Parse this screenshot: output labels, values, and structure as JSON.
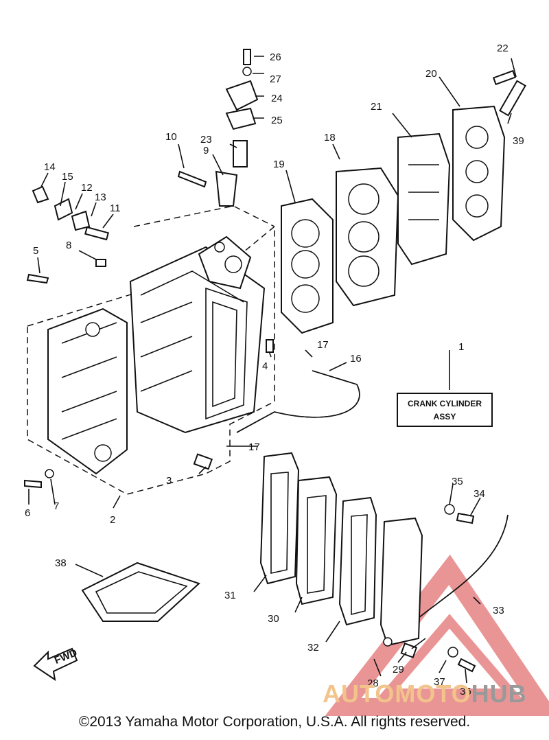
{
  "diagram": {
    "box_label_line1": "CRANK CYLINDER",
    "box_label_line2": "ASSY",
    "fwd_label": "FWD",
    "copyright": "©2013 Yamaha Motor Corporation, U.S.A. All rights reserved.",
    "watermark_primary": "AUTOMOTO",
    "watermark_secondary": "HUB",
    "watermark_color": "#d94040",
    "callouts": [
      "1",
      "2",
      "3",
      "4",
      "5",
      "6",
      "7",
      "8",
      "9",
      "10",
      "11",
      "12",
      "13",
      "14",
      "15",
      "16",
      "17",
      "17",
      "18",
      "19",
      "20",
      "21",
      "22",
      "23",
      "24",
      "25",
      "26",
      "27",
      "28",
      "29",
      "30",
      "31",
      "32",
      "33",
      "34",
      "35",
      "36",
      "37",
      "38",
      "39"
    ]
  }
}
